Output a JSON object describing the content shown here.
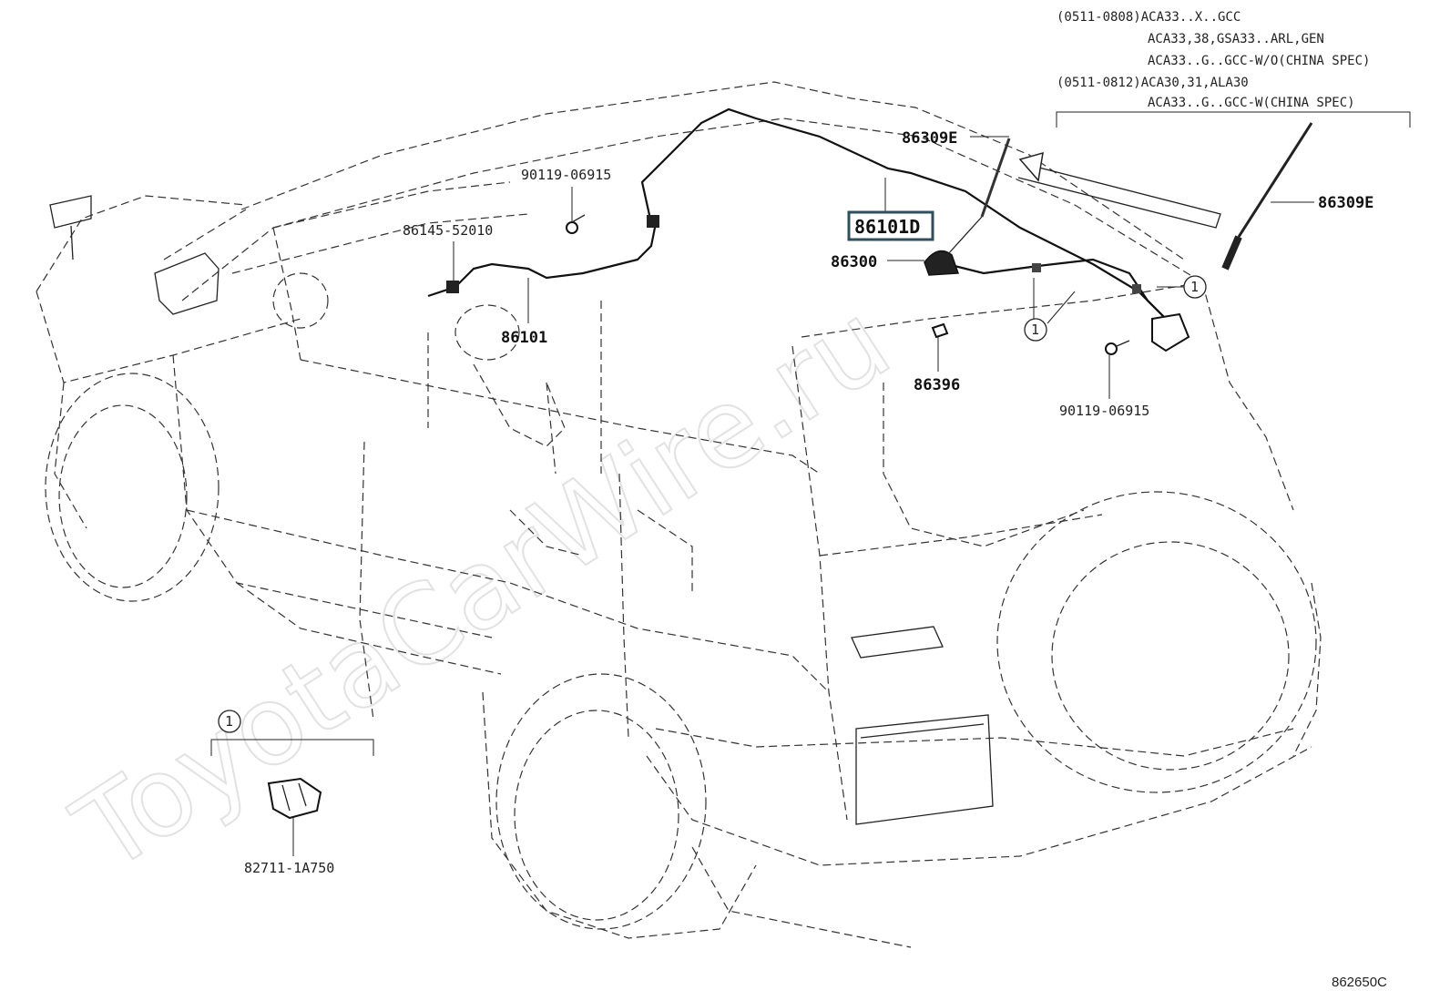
{
  "watermark": "ToyotaCarWire.ru",
  "applicability_notes": [
    "(0511-0808)ACA33..X..GCC",
    "ACA33,38,GSA33..ARL,GEN",
    "ACA33..G..GCC-W/O(CHINA SPEC)",
    "(0511-0812)ACA30,31,ALA30",
    "ACA33..G..GCC-W(CHINA SPEC)"
  ],
  "parts": {
    "p86309E_mast": "86309E",
    "p86309E_detail": "86309E",
    "p86101D": "86101D",
    "p86300": "86300",
    "p86396": "86396",
    "p86101": "86101",
    "p86145": "86145-52010",
    "p90119_top": "90119-06915",
    "p90119_right": "90119-06915",
    "p82711": "82711-1A750"
  },
  "callouts": {
    "c1_main": "1",
    "c1_lower": "1",
    "c1_inset": "1"
  },
  "figure_code": "862650C",
  "highlighted_part": "86101D",
  "colors": {
    "line": "#222222",
    "highlight_border": "#2f4f5f",
    "watermark": "#e2e2e2"
  },
  "icons": [
    "antenna-mast-icon",
    "antenna-base-icon",
    "connector-icon",
    "bolt-icon",
    "clip-icon",
    "arrow-icon"
  ]
}
